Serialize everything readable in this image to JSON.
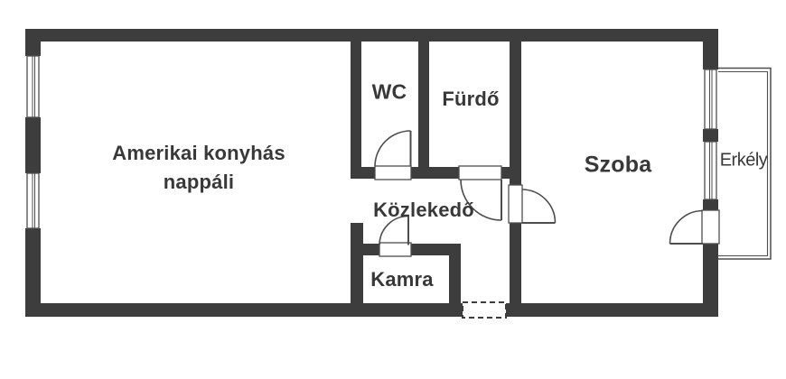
{
  "floorplan": {
    "title": "Apartment floor plan",
    "colors": {
      "wall": "#3d3d3d",
      "line": "#4d4d4d",
      "text": "#383838",
      "background": "#ffffff"
    },
    "rooms": [
      {
        "id": "living-room",
        "label": "Amerikai konyhás nappáli",
        "label_lines": [
          "Amerikai konyhás",
          "nappáli"
        ]
      },
      {
        "id": "wc",
        "label": "WC"
      },
      {
        "id": "bathroom",
        "label": "Fürdő"
      },
      {
        "id": "hallway",
        "label": "Közlekedő"
      },
      {
        "id": "pantry",
        "label": "Kamra"
      },
      {
        "id": "room",
        "label": "Szoba"
      },
      {
        "id": "balcony",
        "label": "Erkély"
      }
    ],
    "symbols": {
      "window": "double-line-window",
      "door": "quarter-arc-swing-door",
      "entrance_door": "dashed-opening"
    }
  }
}
